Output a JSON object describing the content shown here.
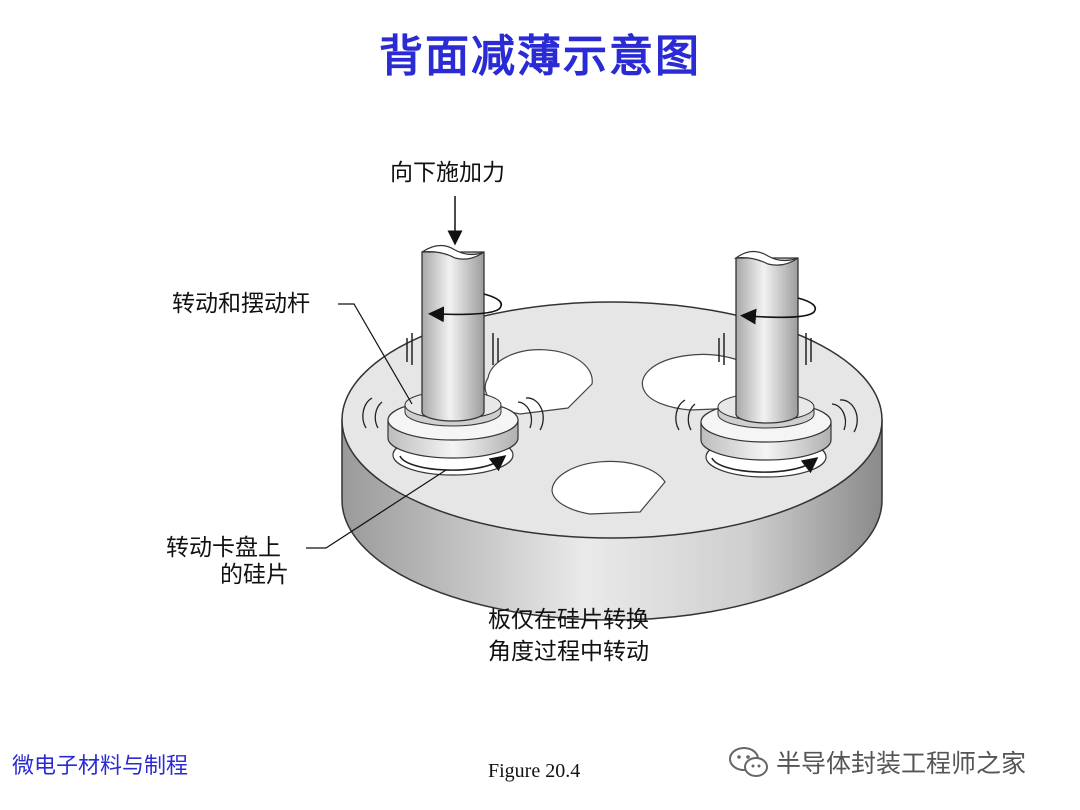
{
  "title": "背面减薄示意图",
  "labels": {
    "force": "向下施加力",
    "rod": "转动和摆动杆",
    "chuck_line1": "转动卡盘上",
    "chuck_line2": "的硅片",
    "note_line1": "板仅在硅片转换",
    "note_line2": "角度过程中转动"
  },
  "footer": {
    "course": "微电子材料与制程",
    "figure": "Figure 20.4",
    "watermark": "半导体封装工程师之家"
  },
  "colors": {
    "title": "#2b2bd6",
    "footer_text": "#2b2bd6"
  },
  "icons": [
    "wechat-icon"
  ]
}
